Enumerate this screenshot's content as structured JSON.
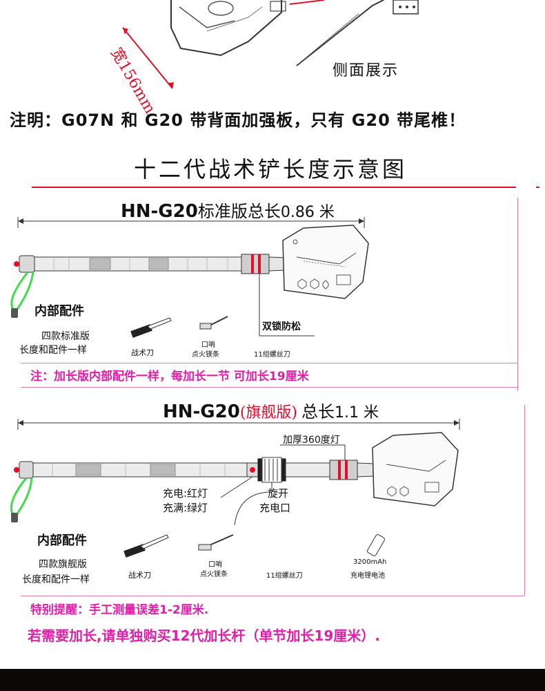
{
  "top": {
    "width_label": "宽156mm",
    "side_view_label": "侧面展示",
    "note": "注明：G07N 和 G20 带背面加强板，只有 G20 带尾椎！"
  },
  "section_title": "十二代战术铲长度示意图",
  "standard": {
    "title_model": "HN-G20",
    "title_edition": "标准版总长",
    "title_length": "0.86 米",
    "double_lock": "双锁防松",
    "accessories_title": "内部配件",
    "accessories_note_1": "四款标准版",
    "accessories_note_2": "长度和配件一样",
    "items": [
      "战术刀",
      "口哨",
      "点火镁条",
      "11组螺丝刀"
    ],
    "footnote": "注：加长版内部配件一样，每加长一节 可加长19厘米"
  },
  "flagship": {
    "title_model": "HN-G20",
    "title_edition": "(旗舰版)",
    "title_total": "总长",
    "title_length": "1.1 米",
    "lamp_label": "加厚360度灯",
    "charge_red": "充电:红灯",
    "charge_green": "充满:绿灯",
    "unscrew_1": "旋开",
    "unscrew_2": "充电口",
    "accessories_title": "内部配件",
    "accessories_note_1": "四款旗舰版",
    "accessories_note_2": "长度和配件一样",
    "items": [
      "战术刀",
      "口哨",
      "点火镁条",
      "11组螺丝刀",
      "3200mAh",
      "充电锂电池"
    ]
  },
  "reminder_1": "特别提醒：手工测量误差1-2厘米.",
  "reminder_2": "若需要加长,请单独购买12代加长杆（单节加长19厘米）.",
  "colors": {
    "accent_red": "#e0102a",
    "magenta": "#e01fa8",
    "pink_line": "#e97aa3",
    "cord_green": "#3fdc4c"
  }
}
